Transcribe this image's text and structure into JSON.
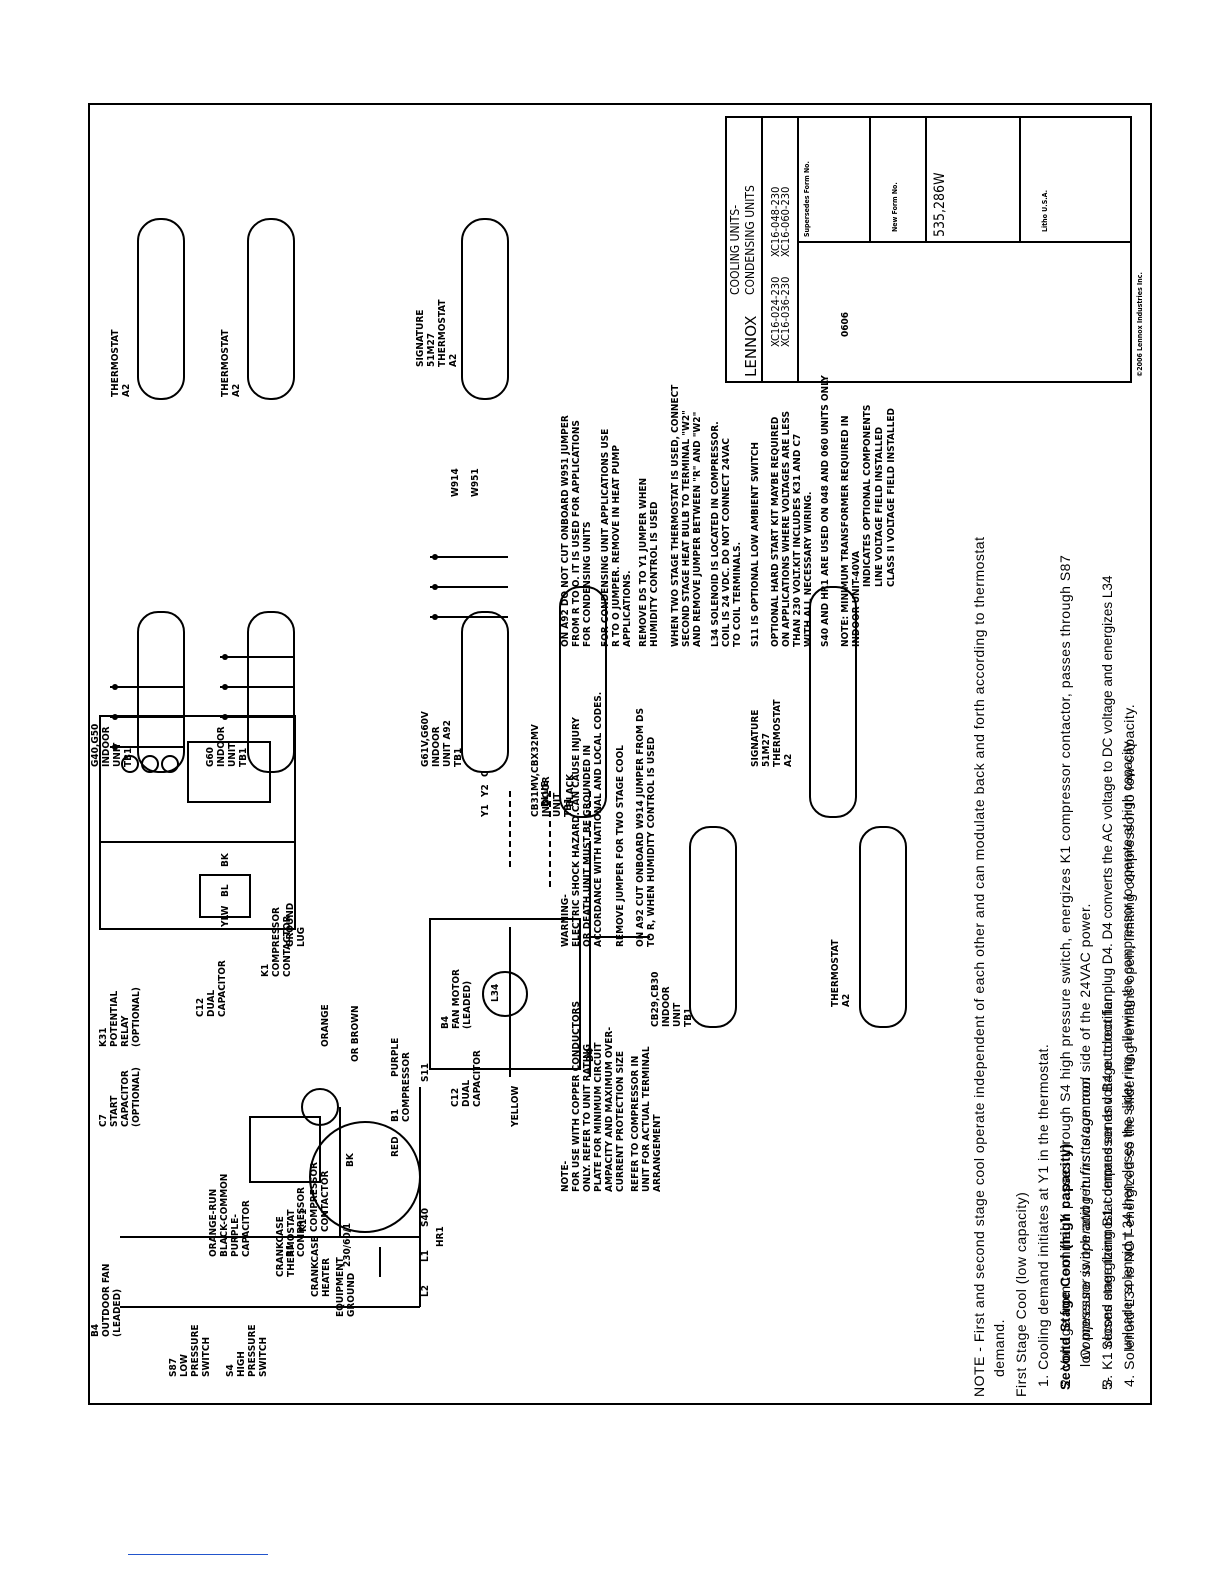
{
  "title_block": {
    "brand": "LENNOX",
    "title_line1": "COOLING UNITS-",
    "title_line2": "CONDENSING UNITS",
    "models": [
      "XC16-024-230",
      "XC16-036-230",
      "XC16-048-230",
      "XC16-060-230"
    ],
    "supersedes_label": "Supersedes Form No.",
    "date_code": "0606",
    "new_form_label": "New Form No.",
    "form_number": "535,286W",
    "litho": "Litho U.S.A.",
    "copyright": "©2006 Lennox Industries Inc."
  },
  "components": {
    "b4_fan": "B4\nOUTDOOR FAN\n(LEADED)",
    "s87": "S87\nLOW\nPRESSURE\nSWITCH",
    "s4": "S4\nHIGH\nPRESSURE\nSWITCH",
    "wire_colors": "ORANGE-RUN\nBLACK-COMMON\nPURPLE-\nCAPACITOR",
    "b1_top": "B1\nCOMPRESSOR",
    "c7": "C7\nSTART\nCAPACITOR\n(OPTIONAL)",
    "k31": "K31\nPOTENTIAL\nRELAY\n(OPTIONAL)",
    "c12": "C12\nDUAL\nCAPACITOR",
    "k1": "K1\nCOMPRESSOR\nCONTACTOR",
    "ground_lug": "GROUND\nLUG",
    "k1_1": "K1-1\nCOMPRESSOR\nCONTACTOR",
    "crankcase_thermostat": "CRANKCASE\nTHERMOSTAT",
    "crankcase_heater": "CRANKCASE\nHEATER",
    "power_supply": "230/60/1",
    "equipment_ground": "EQUIPMENT\nGROUND",
    "b1_compressor": "B1\nCOMPRESSOR",
    "b4_fan_motor": "B4\nFAN MOTOR\n(LEADED)",
    "c12_lower": "C12\nDUAL\nCAPACITOR",
    "hr1": "HR1",
    "s40": "S40",
    "s11": "S11",
    "l34": "L34",
    "l1": "L1",
    "l2": "L2",
    "d4": "D4"
  },
  "wire_labels": {
    "yellow": "YELLOW",
    "blue": "BLUE",
    "black": "BLACK",
    "red": "RED",
    "orange": "ORANGE",
    "purple": "PURPLE",
    "or_brown": "OR BROWN",
    "bk": "BK",
    "ylw": "YLW",
    "bl": "BL",
    "y1": "Y1",
    "y2": "Y2",
    "c": "C"
  },
  "indoor_units": {
    "g40": "G40,G50\nINDOOR\nUNIT\nTB1",
    "g60": "G60\nINDOOR\nUNIT\nTB1",
    "g61": "G61V,G60V\nINDOOR\nUNIT A92\nTB1",
    "cb29": "CB29,CB30\nINDOOR\nUNIT\nTB1",
    "cb31": "CB31MV,CBX32MV\nINDOOR\nUNIT\nTB1",
    "thermostat_a2": "THERMOSTAT\nA2",
    "signature_top": "SIGNATURE\n51M27\nTHERMOSTAT\nA2",
    "signature_mid": "SIGNATURE\n51M27\nTHERMOSTAT\nA2",
    "w914": "W914",
    "w951": "W951"
  },
  "notes": {
    "note1": "NOTE-\nFOR USE WITH COPPER CONDUCTORS\nONLY. REFER TO UNIT RATING\nPLATE FOR MINIMUM CIRCUIT\nAMPACITY AND MAXIMUM OVER-\nCURRENT PROTECTION SIZE",
    "note2": "REFER TO COMPRESSOR IN\nUNIT FOR ACTUAL TERMINAL\nARRANGEMENT",
    "warning": "WARNING-\nELECTRIC SHOCK HAZARD.CAN CAUSE INJURY\nOR DEATH.UNIT MUST BE GROUNDED IN\nACCORDANCE WITH NATIONAL AND LOCAL CODES.",
    "note3": "REMOVE JUMPER FOR TWO STAGE COOL",
    "note4": "ON A92 CUT ONBOARD W914 JUMPER FROM DS\nTO R, WHEN HUMIDITY CONTROL IS USED",
    "note5": "ON A92 DO NOT CUT ONBOARD W951 JUMPER\nFROM R TO O. IT IS USED FOR APPLICATIONS\nFOR CONDENSING UNITS",
    "note6": "FOR CONDENSING UNIT APPLICATIONS USE\nR TO O JUMPER. REMOVE IN HEAT PUMP\nAPPLICATIONS.",
    "note7": "REMOVE DS TO Y1 JUMPER WHEN\nHUMIDITY CONTROL IS USED",
    "note8": "WHEN TWO STAGE THERMOSTAT IS USED, CONNECT\nSECOND STAGE HEAT BULB TO TERMINAL \"W2\"\nAND REMOVE JUMPER BETWEEN \"R\" AND \"W2\"",
    "note9": "L34 SOLENOID IS LOCATED IN COMPRESSOR.\nCOIL IS 24 VDC. DO NOT CONNECT 24VAC\nTO COIL TERMINALS.",
    "note10": "S11 IS OPTIONAL LOW AMBIENT SWITCH",
    "note11": "OPTIONAL HARD START KIT MAYBE REQUIRED\nON APPLICATIONS WHERE VOLTAGES ARE LESS\nTHAN 230 VOLT.KIT INCLUDES K31 AND C7\nWITH ALL NECESSARY WIRING.",
    "note12": "S40 AND HR1 ARE USED ON 048 AND 060 UNITS ONLY",
    "note13": "NOTE: MINIMUM TRANSFORMER REQUIRED IN\nINDOOR UNIT-40VA",
    "legend1": "INDICATES OPTIONAL COMPONENTS",
    "legend2": "LINE VOLTAGE FIELD INSTALLED",
    "legend3": "CLASS II VOLTAGE FIELD INSTALLED"
  },
  "narrative": {
    "note_line1": "NOTE - First and second stage cool operate independent of each other and can modulate back and forth according to thermostat",
    "note_line2": "demand.",
    "first_stage": "First Stage Cool (low capacity)",
    "item1": "1.  Cooling demand initiates at Y1 in the thermostat.",
    "item2a": "2.  Voltage from terminal Y passes through S4 high pressure switch, energizes K1 compressor contactor, passes through S87",
    "item2b": "low pressure switch and returns to common side of the 24VAC power.",
    "item3": "3.  K1 closes energizing B1 compressor and B4 outdoor fan.",
    "item4": "4.  Solenoid L34 is NOT energized so the slider ring remains open, limiting compressor to low capacity.",
    "second_stage": "Second Stage Cool (high capacity)",
    "second_stage_sub": "Compressor is operating in first stage cool",
    "item5_num": "5-",
    "item5a": "Second stage thermostat demand sends voltage to rectifier plug D4. D4 converts the AC voltage to DC voltage and energizes L34",
    "item5b": "unloader solenoid. L34 then closes the slider ring, allowing the compressor to operate at high capacity."
  }
}
